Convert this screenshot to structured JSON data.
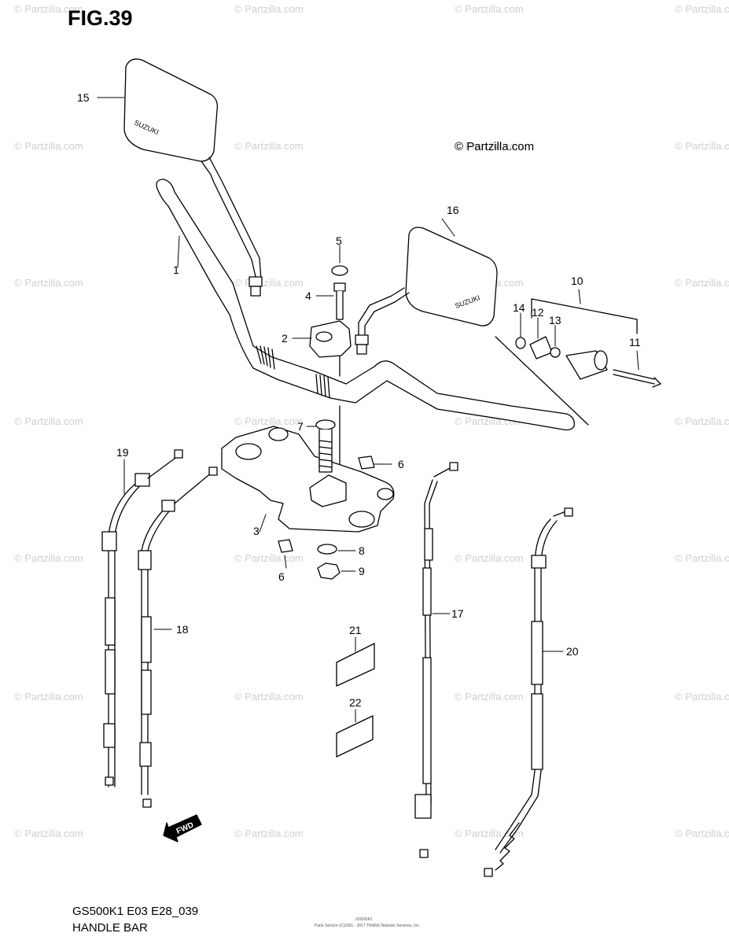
{
  "header": {
    "figure": "FIG.39"
  },
  "copyright": "© Partzilla.com",
  "watermark": "© Partzilla.com",
  "footer": {
    "model": "GS500K1 E03 E28_039",
    "subtitle": "HANDLE BAR",
    "fine_print_1": "GS500K1",
    "fine_print_2": "Parts Service (C)2001 - 2017 TRANS Network Services, Inc."
  },
  "parts": {
    "mirror_text": "SUZUKI",
    "fwd_label": "FWD",
    "callouts": [
      "1",
      "2",
      "3",
      "4",
      "5",
      "6",
      "6",
      "7",
      "8",
      "9",
      "10",
      "11",
      "12",
      "13",
      "14",
      "15",
      "16",
      "17",
      "18",
      "19",
      "20",
      "21",
      "22"
    ]
  }
}
